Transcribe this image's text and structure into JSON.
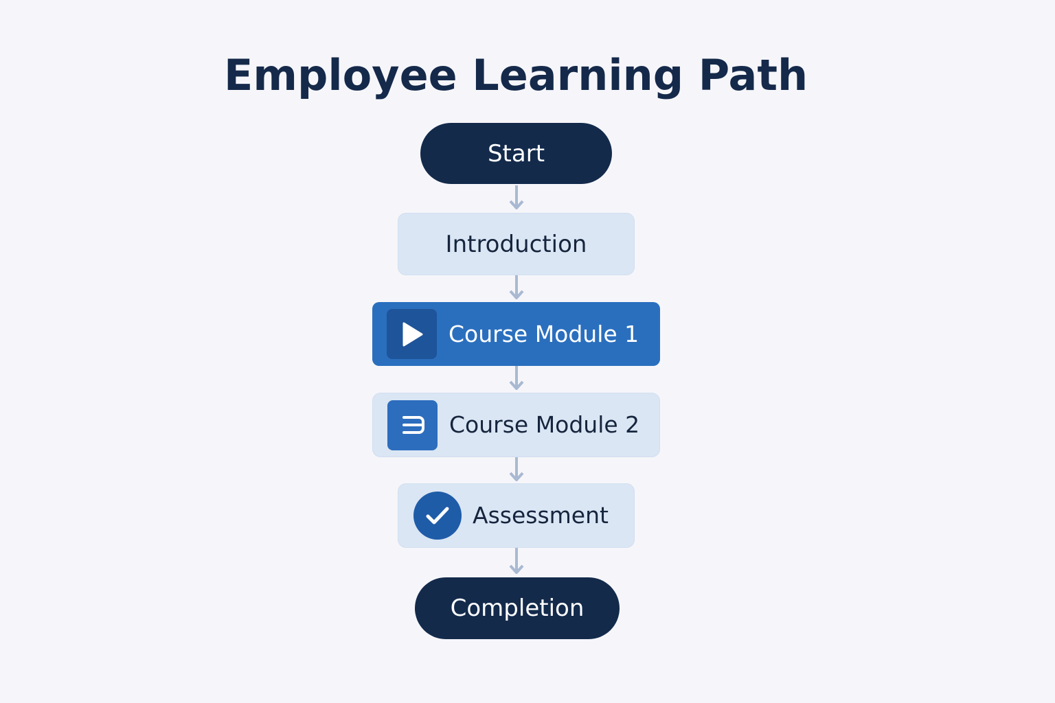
{
  "title": "Employee Learning Path",
  "flow": {
    "start": "Start",
    "introduction": "Introduction",
    "module_1": "Course Module 1",
    "module_2": "Course Module 2",
    "assessment": "Assessment",
    "completion": "Completion"
  },
  "icons": {
    "module_1": "play-icon",
    "module_2": "document-icon",
    "assessment": "check-icon"
  },
  "colors": {
    "background": "#f6f6fa",
    "title": "#15294a",
    "terminal_fill": "#132a4b",
    "step_fill": "#dae6f4",
    "active_fill": "#2a6fbe",
    "connector": "#a9b9d2"
  }
}
